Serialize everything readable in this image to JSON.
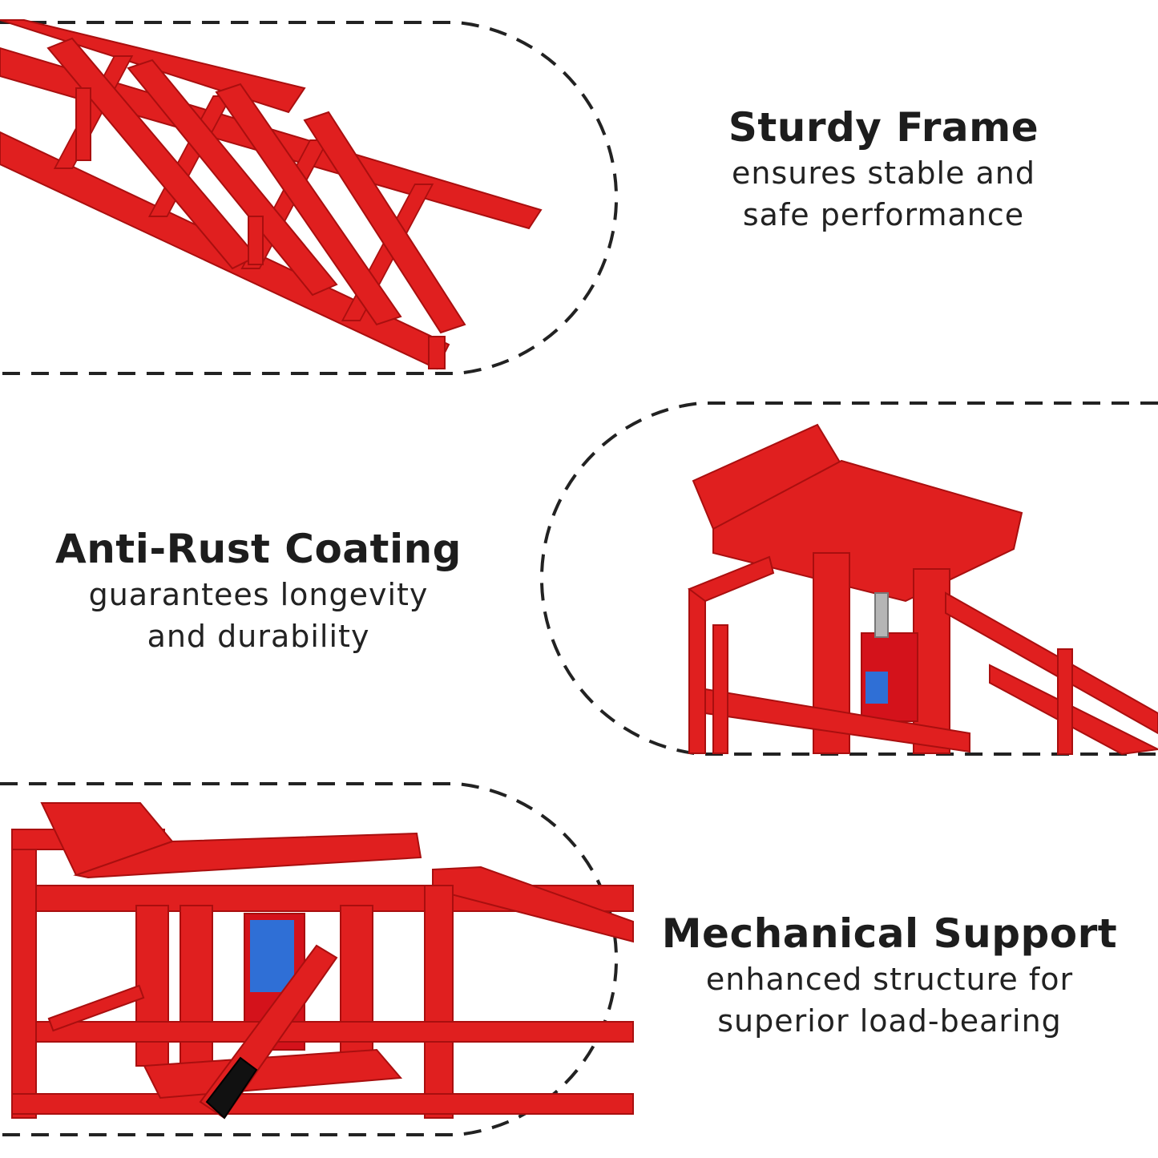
{
  "colors": {
    "accent": "#e01f1f",
    "text": "#1d1d1d",
    "dash": "#222222",
    "background": "#ffffff"
  },
  "features": [
    {
      "title": "Sturdy Frame",
      "description_lines": [
        "ensures stable and",
        "safe performance"
      ]
    },
    {
      "title": "Anti-Rust Coating",
      "description_lines": [
        "guarantees longevity",
        "and durability"
      ]
    },
    {
      "title": "Mechanical Support",
      "description_lines": [
        "enhanced structure for",
        "superior load-bearing"
      ]
    }
  ],
  "icons": [
    "ramp-frame-illustration",
    "lifted-platform-illustration",
    "hydraulic-jack-illustration"
  ]
}
